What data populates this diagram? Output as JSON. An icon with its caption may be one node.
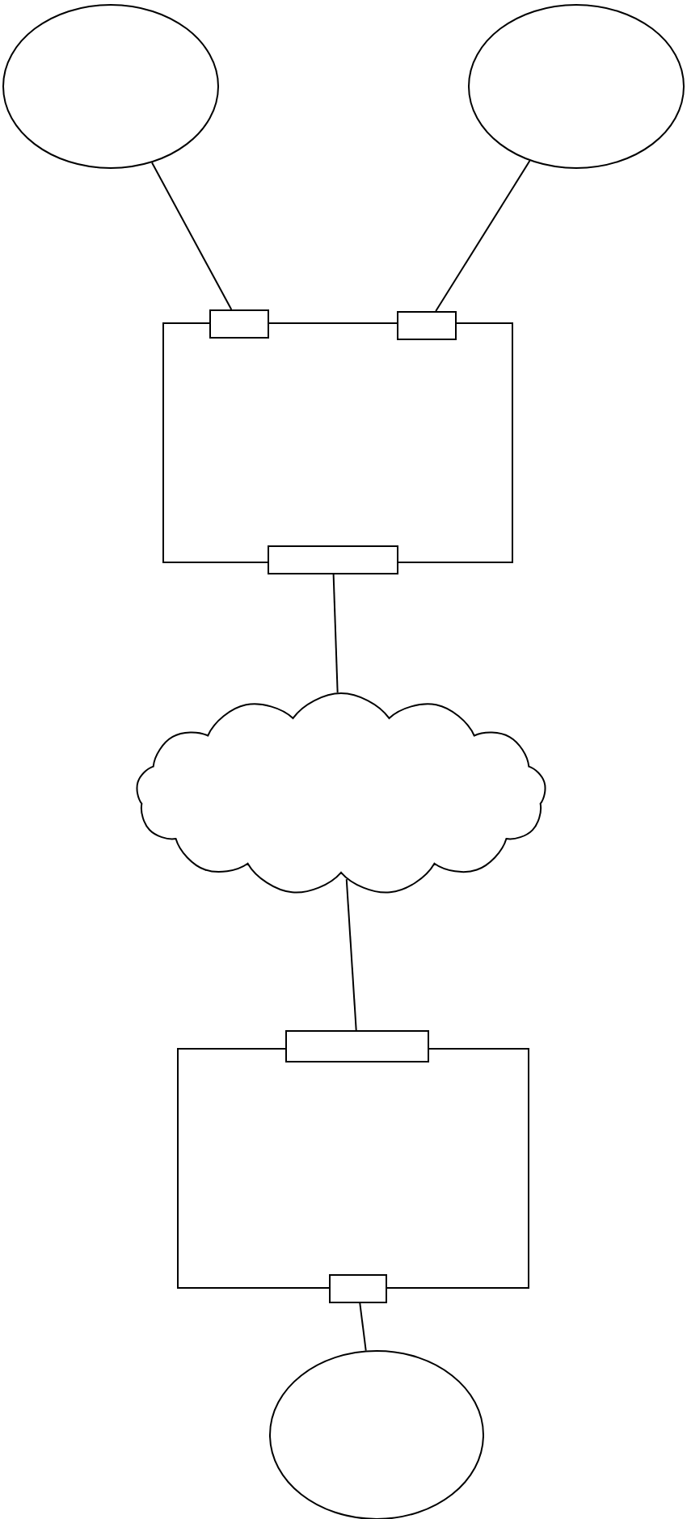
{
  "diagram": {
    "nodes": [
      {
        "text": [],
        "shape": "circle"
      },
      {
        "text": [],
        "shape": "circle"
      },
      {
        "text": [],
        "shape": "box"
      },
      {
        "text": [],
        "shape": "box"
      },
      {
        "text": [],
        "shape": "box"
      },
      {
        "text": [],
        "shape": "box"
      },
      {
        "text": [],
        "shape": "cloud"
      },
      {
        "text": [],
        "shape": "box"
      },
      {
        "text": [],
        "shape": "box"
      },
      {
        "text": [],
        "shape": "box"
      },
      {
        "text": [],
        "shape": "circle"
      }
    ],
    "edges": [
      {
        "from": 0,
        "to": 3,
        "arrow": "none"
      },
      {
        "from": 1,
        "to": 4,
        "arrow": "none"
      },
      {
        "from": 5,
        "to": 6,
        "arrow": "none"
      },
      {
        "from": 6,
        "to": 8,
        "arrow": "none"
      },
      {
        "from": 9,
        "to": 10,
        "arrow": "none"
      }
    ]
  }
}
